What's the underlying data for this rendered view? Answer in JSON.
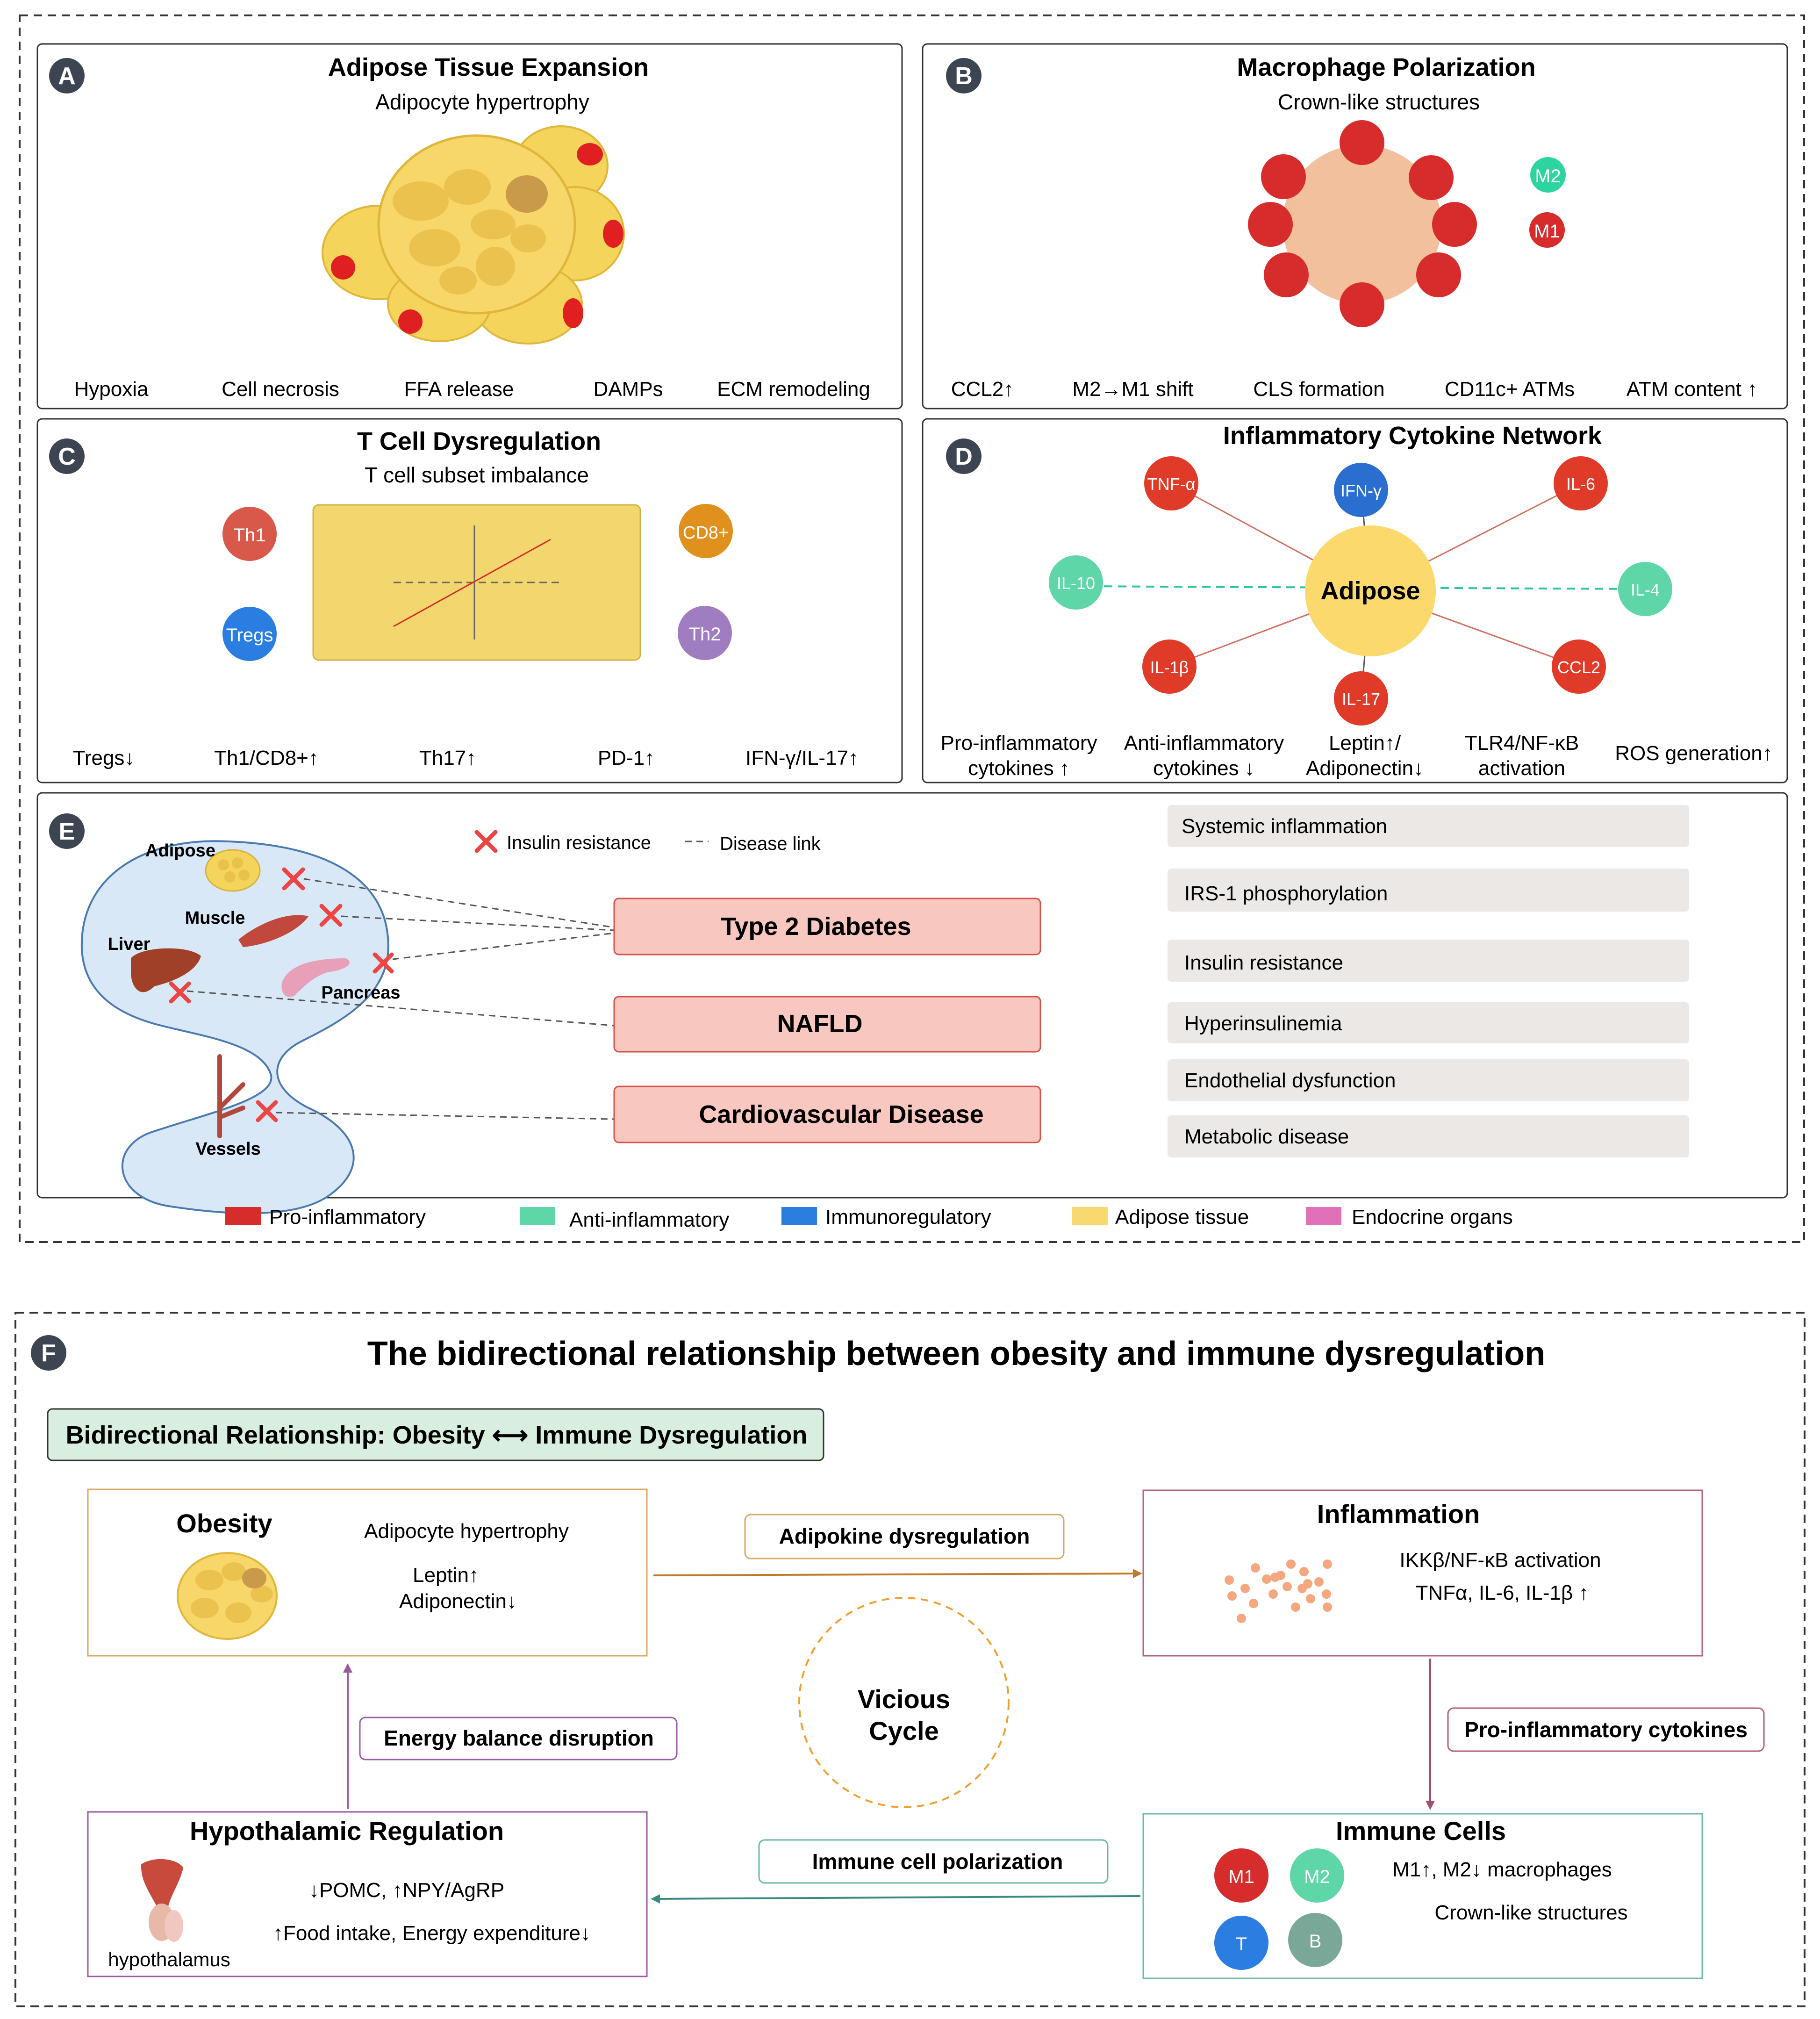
{
  "colors": {
    "pro_inflammatory": "#d62c2c",
    "anti_inflammatory": "#5ed6a8",
    "immunoregulatory": "#2a7de1",
    "adipose": "#f7d96e",
    "endocrine": "#e070b8",
    "badge": "#3d4452",
    "green_header": "#d8eedf"
  },
  "panelA": {
    "badge": "A",
    "title": "Adipose Tissue Expansion",
    "subtitle": "Adipocyte hypertrophy",
    "labels": [
      "Hypoxia",
      "Cell necrosis",
      "FFA release",
      "DAMPs",
      "ECM remodeling"
    ]
  },
  "panelB": {
    "badge": "B",
    "title": "Macrophage Polarization",
    "subtitle": "Crown-like structures",
    "m2": "M2",
    "m1": "M1",
    "labels": [
      "CCL2↑",
      "M2→M1 shift",
      "CLS formation",
      "CD11c+ ATMs",
      "ATM content ↑"
    ]
  },
  "panelC": {
    "badge": "C",
    "title": "T Cell Dysregulation",
    "subtitle": "T cell subset imbalance",
    "th1": "Th1",
    "tregs": "Tregs",
    "cd8": "CD8+",
    "th2": "Th2",
    "labels": [
      "Tregs↓",
      "Th1/CD8+↑",
      "Th17↑",
      "PD-1↑",
      "IFN-γ/IL-17↑"
    ]
  },
  "panelD": {
    "badge": "D",
    "title": "Inflammatory Cytokine Network",
    "center": "Adipose",
    "nodes": {
      "tnf": "TNF-α",
      "ifn": "IFN-γ",
      "il6": "IL-6",
      "il10": "IL-10",
      "il4": "IL-4",
      "il1b": "IL-1β",
      "il17": "IL-17",
      "ccl2": "CCL2"
    },
    "labels": [
      [
        "Pro-inflammatory",
        "cytokines ↑"
      ],
      [
        "Anti-inflammatory",
        "cytokines ↓"
      ],
      [
        "Leptin↑/",
        "Adiponectin↓"
      ],
      [
        "TLR4/NF-κB",
        "activation"
      ],
      [
        "ROS generation↑"
      ]
    ]
  },
  "panelE": {
    "badge": "E",
    "legend_ir": "Insulin resistance",
    "legend_link": "Disease link",
    "organs": {
      "adipose": "Adipose",
      "muscle": "Muscle",
      "liver": "Liver",
      "pancreas": "Pancreas",
      "vessels": "Vessels"
    },
    "diseases": [
      "Type 2 Diabetes",
      "NAFLD",
      "Cardiovascular Disease"
    ],
    "mechanisms": [
      "Systemic inflammation",
      "IRS-1 phosphorylation",
      "Insulin resistance",
      "Hyperinsulinemia",
      "Endothelial dysfunction",
      "Metabolic disease"
    ]
  },
  "legend": [
    "Pro-inflammatory",
    "Anti-inflammatory",
    "Immunoregulatory",
    "Adipose tissue",
    "Endocrine organs"
  ],
  "panelF": {
    "badge": "F",
    "title": "The bidirectional relationship between obesity and immune dysregulation",
    "header": "Bidirectional Relationship: Obesity ⟷ Immune Dysregulation",
    "obesity": {
      "title": "Obesity",
      "line1": "Adipocyte hypertrophy",
      "line2": "Leptin↑",
      "line3": "Adiponectin↓"
    },
    "inflammation": {
      "title": "Inflammation",
      "line1": "IKKβ/NF-κB activation",
      "line2": "TNFα, IL-6, IL-1β ↑"
    },
    "immune": {
      "title": "Immune Cells",
      "m1": "M1",
      "m2": "M2",
      "t": "T",
      "b": "B",
      "line1": "M1↑, M2↓ macrophages",
      "line2": "Crown-like structures"
    },
    "hypothalamus": {
      "title": "Hypothalamic Regulation",
      "line1": "↓POMC,  ↑NPY/AgRP",
      "line2": "↑Food intake,  Energy expenditure↓",
      "organ_label": "hypothalamus"
    },
    "arrows": {
      "adipokine": "Adipokine dysregulation",
      "proinflam": "Pro-inflammatory cytokines",
      "polarization": "Immune cell polarization",
      "energy": "Energy balance disruption"
    },
    "vicious_1": "Vicious",
    "vicious_2": "Cycle"
  }
}
